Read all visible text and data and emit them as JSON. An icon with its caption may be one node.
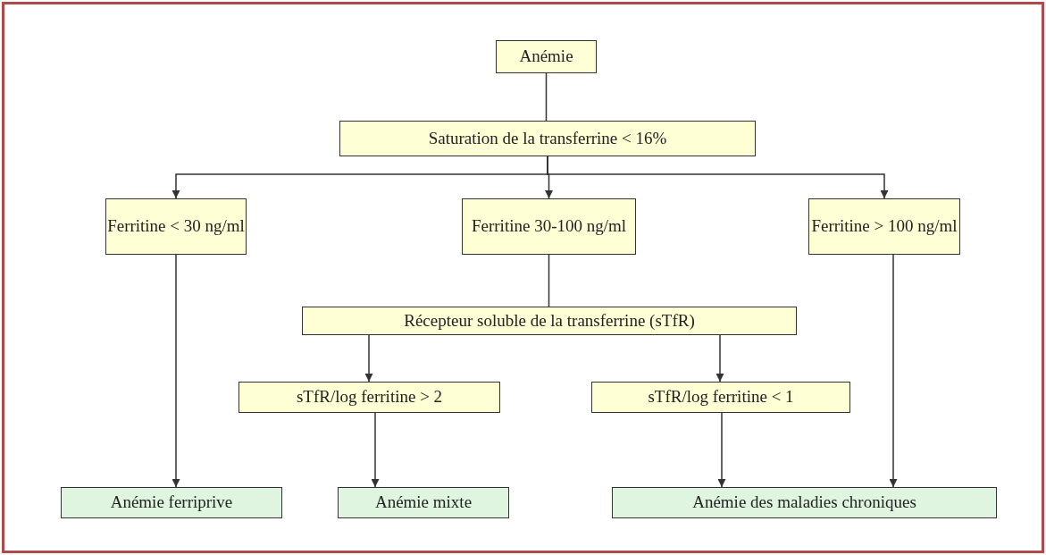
{
  "diagram": {
    "nodes": [
      {
        "text": [
          "Anémie"
        ]
      },
      {
        "text": [
          "Saturation de la transferrine < 16%"
        ]
      },
      {
        "text": [
          "Ferritine < 30 ng/ml"
        ]
      },
      {
        "text": [
          "Ferritine 30-100 ng/ml"
        ]
      },
      {
        "text": [
          "Ferritine > 100 ng/ml"
        ]
      },
      {
        "text": [
          "Récepteur soluble de la transferrine (sTfR)"
        ]
      },
      {
        "text": [
          "sTfR/log ferritine > 2"
        ]
      },
      {
        "text": [
          "sTfR/log ferritine < 1"
        ]
      },
      {
        "text": [
          "Anémie ferriprive"
        ]
      },
      {
        "text": [
          "Anémie mixte"
        ]
      },
      {
        "text": [
          "Anémie des maladies chroniques"
        ]
      }
    ],
    "edges": [
      {
        "from": 0,
        "to": 1,
        "arrow": "none"
      },
      {
        "from": 1,
        "to": 2,
        "arrow": "to"
      },
      {
        "from": 1,
        "to": 3,
        "arrow": "to"
      },
      {
        "from": 1,
        "to": 4,
        "arrow": "to"
      },
      {
        "from": 2,
        "to": 8,
        "arrow": "to"
      },
      {
        "from": 3,
        "to": 5,
        "arrow": "none"
      },
      {
        "from": 5,
        "to": 6,
        "arrow": "to"
      },
      {
        "from": 5,
        "to": 7,
        "arrow": "to"
      },
      {
        "from": 6,
        "to": 9,
        "arrow": "to"
      },
      {
        "from": 7,
        "to": 10,
        "arrow": "to"
      },
      {
        "from": 4,
        "to": 10,
        "arrow": "to"
      }
    ]
  }
}
